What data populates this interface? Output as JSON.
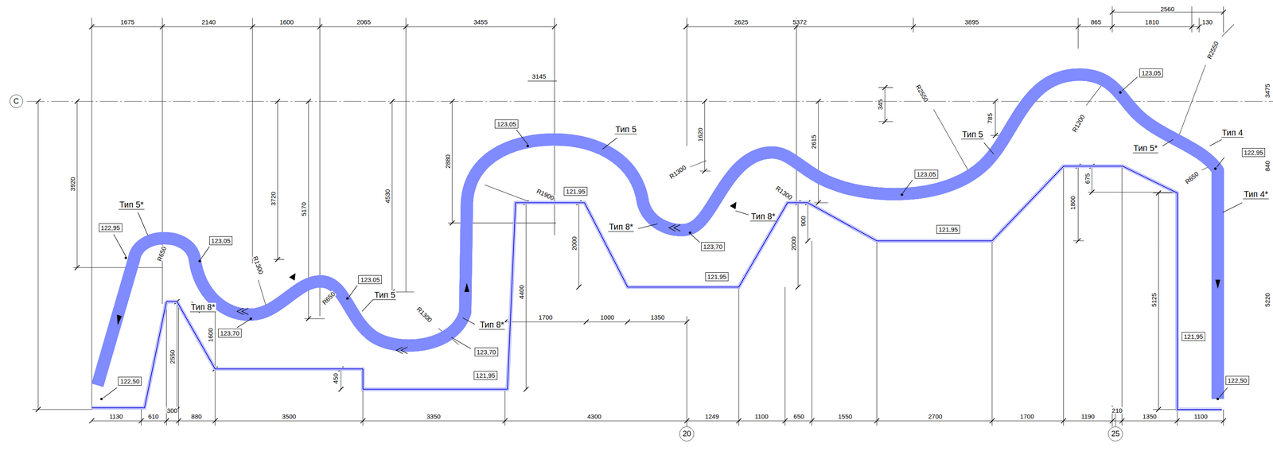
{
  "diagram": {
    "nodes": [
      {
        "text": [
          "123,05"
        ]
      },
      {
        "text": [
          "C"
        ]
      },
      {
        "text": [
          "123,05"
        ]
      },
      {
        "text": [
          "122,95"
        ]
      },
      {
        "text": [
          "123,05"
        ]
      },
      {
        "text": [
          "121,95"
        ]
      },
      {
        "text": [
          "122,95"
        ]
      },
      {
        "text": [
          "121,95"
        ]
      },
      {
        "text": [
          "123,05"
        ]
      },
      {
        "text": [
          "123,70"
        ]
      },
      {
        "text": [
          "121,95"
        ]
      },
      {
        "text": [
          "123,05"
        ]
      },
      {
        "text": [
          "123,70"
        ]
      },
      {
        "text": [
          "121,95"
        ]
      },
      {
        "text": [
          "123,70"
        ]
      },
      {
        "text": [
          "121,95"
        ]
      },
      {
        "text": [
          "122,50"
        ]
      },
      {
        "text": [
          "122,50"
        ]
      },
      {
        "text": [
          "20"
        ]
      },
      {
        "text": [
          "25"
        ]
      }
    ],
    "labels": [
      "2560",
      "1675",
      "2140",
      "1600",
      "2065",
      "3455",
      "2625",
      "5372",
      "3895",
      "865",
      "1810",
      "130",
      "R2550",
      "3145",
      "R2550",
      "3475",
      "345",
      "785",
      "R1200",
      "Тип 5",
      "Тип 4",
      "1620",
      "Тип 5",
      "Тип 5*",
      "2615",
      "2880",
      "840",
      "R1300",
      "R650",
      "3920",
      "675",
      "R1900",
      "R1300",
      "4530",
      "3720",
      "Тип 4*",
      "Тип 5*",
      "5170",
      "900",
      "1800",
      "Тип 8*",
      "Тип 8*",
      "2000",
      "2000",
      "R650",
      "R1300",
      "R650",
      "4400",
      "Тип 5",
      "5125",
      "5220",
      "Тип 8*",
      "R1300",
      "1700",
      "1000",
      "1350",
      "Тип 8*",
      "1600",
      "2550",
      "450",
      "1130",
      "610",
      "300",
      "880",
      "3500",
      "3350",
      "4300",
      "1249",
      "1100",
      "650",
      "1550",
      "2700",
      "1700",
      "1190",
      "210",
      "1350",
      "1100"
    ]
  }
}
